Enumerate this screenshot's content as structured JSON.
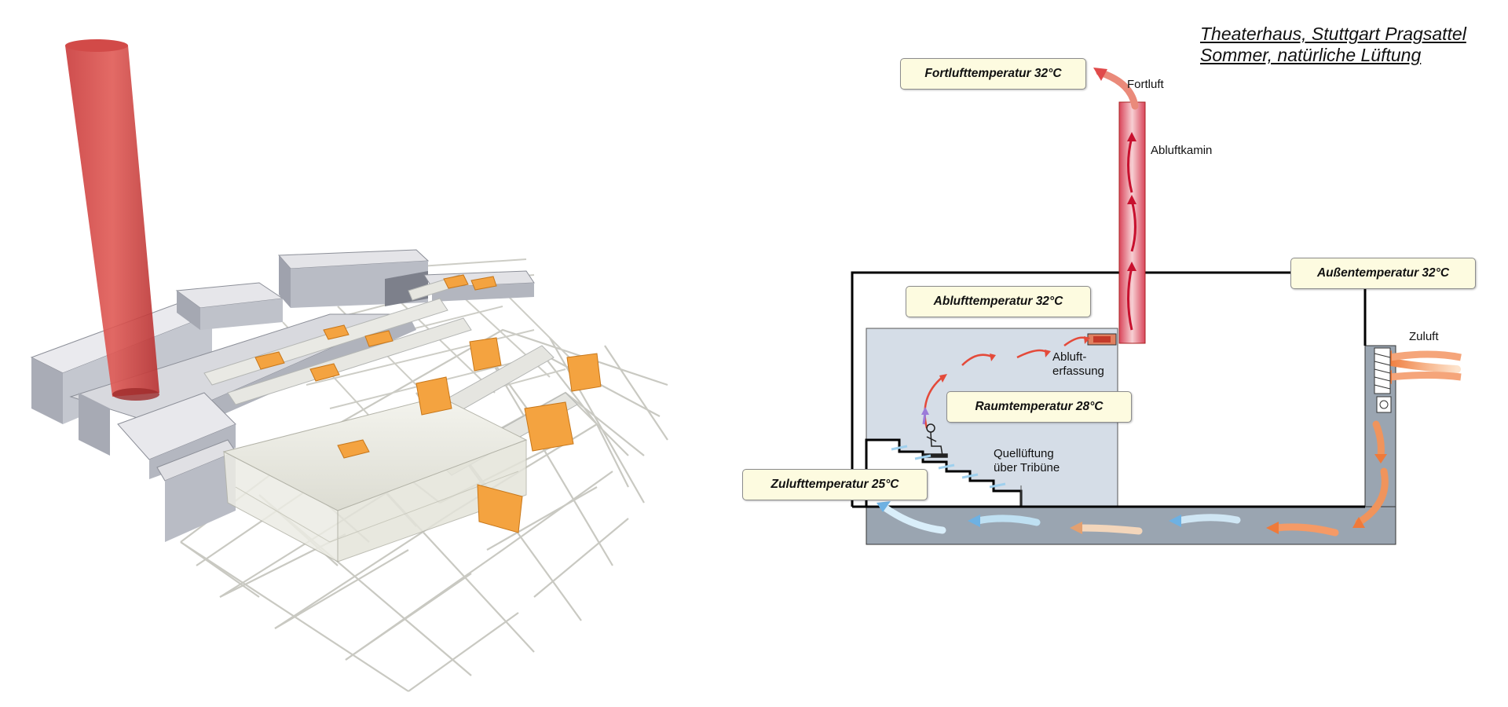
{
  "title": {
    "line1": "Theaterhaus, Stuttgart Pragsattel",
    "line2": "Sommer, natürliche Lüftung"
  },
  "tags": {
    "fortluft_temp": "Fortlufttemperatur 32°C",
    "abluft_temp": "Ablufttemperatur 32°C",
    "aussen_temp": "Außentemperatur 32°C",
    "raum_temp": "Raumtemperatur 28°C",
    "zuluft_temp": "Zulufttemperatur 25°C"
  },
  "labels": {
    "fortluft": "Fortluft",
    "abluftkamin": "Abluftkamin",
    "zuluft": "Zuluft",
    "abluft_line1": "Abluft-",
    "abluft_line2": "erfassung",
    "quell_line1": "Quellüftung",
    "quell_line2": "über Tribüne"
  },
  "colors": {
    "chimney_red": "#d9455a",
    "warm_arrow": "#ef7a3a",
    "cool_arrow": "#9fd0ee",
    "duct_gray": "#9aa5b1",
    "room_fill": "#d5dde7",
    "tag_fill": "#fdfbe0",
    "equipment_orange": "#f4a340"
  }
}
